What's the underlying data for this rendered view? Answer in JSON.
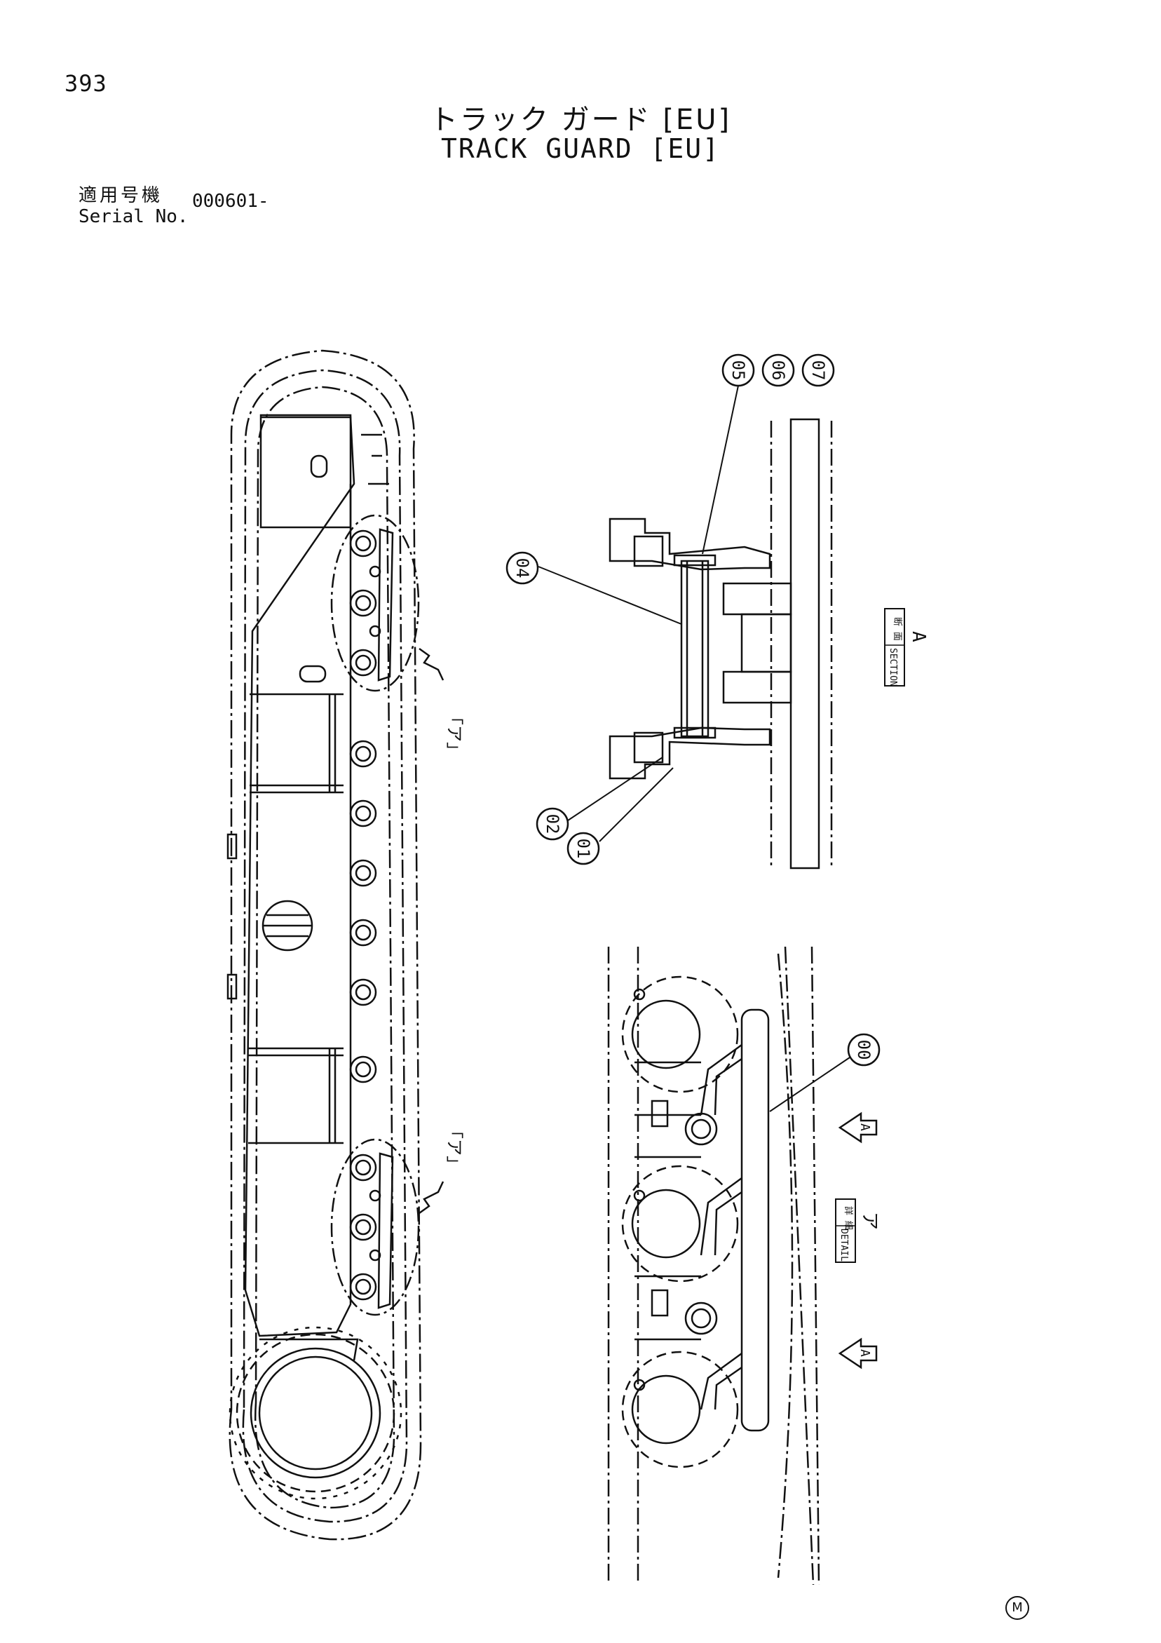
{
  "header": {
    "page_number": "393",
    "title_ja": "トラック ガード [EU]",
    "title_en": "TRACK GUARD [EU]",
    "serial_label_ja": "適用号機",
    "serial_label_en": "Serial No.",
    "serial_value": "000601-"
  },
  "callouts": {
    "c00": "00",
    "c01": "01",
    "c02": "02",
    "c04": "04",
    "c05": "05",
    "c06": "06",
    "c07": "07"
  },
  "labels": {
    "detail_mark_top": "「ア」",
    "detail_mark_bottom": "「ア」",
    "section_box_ja": "断 面",
    "section_box_en": "SECTION",
    "section_letter": "A",
    "detail_box_ja": "詳 細",
    "detail_box_en": "DETAIL",
    "detail_letter": "ア",
    "arrow_letter_top": "A",
    "arrow_letter_bottom": "A"
  },
  "footer": {
    "mark": "M"
  }
}
